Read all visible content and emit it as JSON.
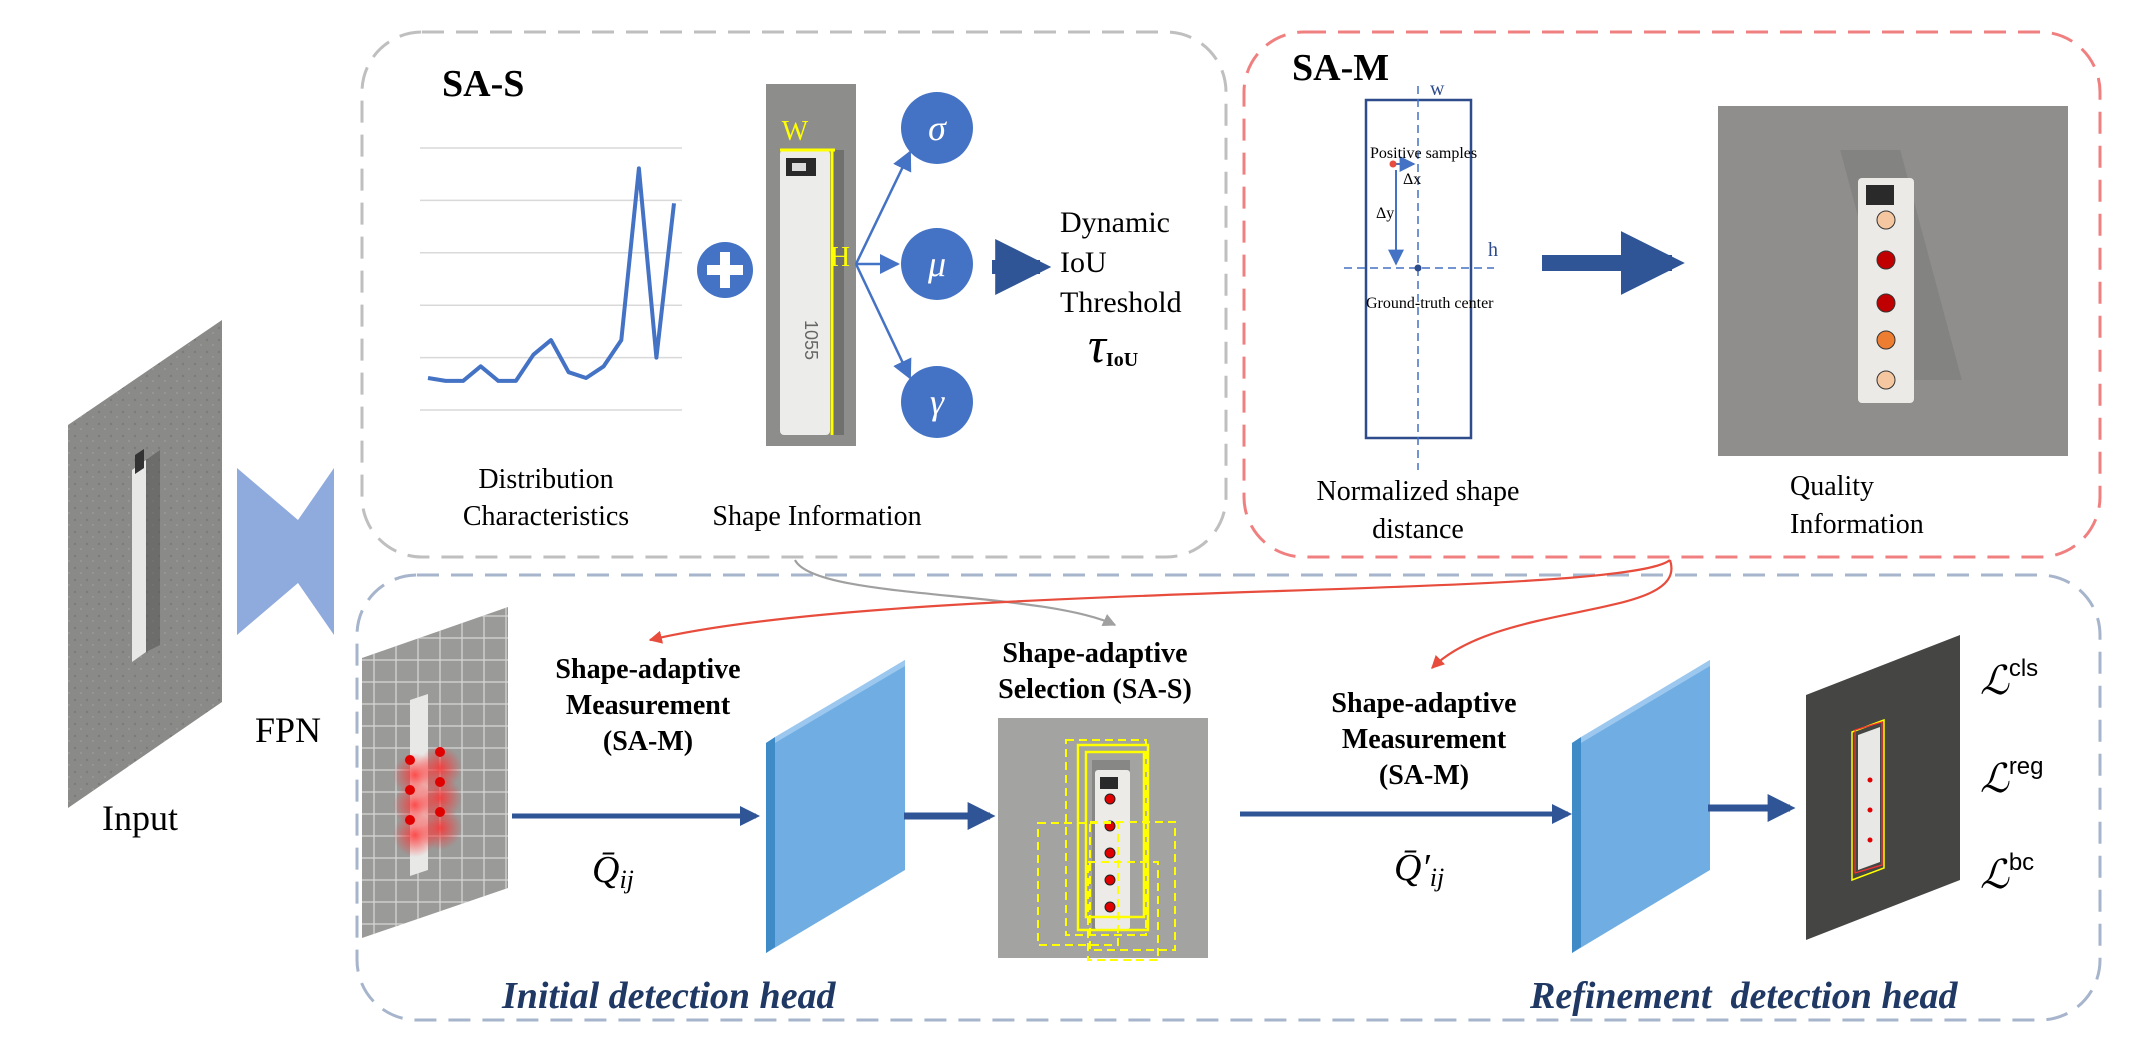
{
  "panels": {
    "sas": {
      "title": "SA-S",
      "caption_dist": [
        "Distribution",
        "Characteristics"
      ],
      "caption_shape": "Shape Information",
      "label_w": "W",
      "label_h": "H",
      "params": [
        "σ",
        "μ",
        "γ"
      ],
      "output": [
        "Dynamic",
        "IoU",
        "Threshold"
      ],
      "tau": "τ",
      "tau_sub": "IoU"
    },
    "sam": {
      "title": "SA-M",
      "label_w": "w",
      "label_h": "h",
      "positive": "Positive samples",
      "dx": "Δx",
      "dy": "Δy",
      "gt_center": "Ground-truth center",
      "caption_dist": [
        "Normalized shape",
        "distance"
      ],
      "caption_quality": [
        "Quality",
        "Information"
      ]
    },
    "bottom": {
      "sam_label_1": [
        "Shape-adaptive",
        "Measurement",
        "(SA-M)"
      ],
      "sas_label": [
        "Shape-adaptive",
        "Selection (SA-S)"
      ],
      "sam_label_2": [
        "Shape-adaptive",
        "Measurement",
        "(SA-M)"
      ],
      "q_main": "Q̄",
      "q_sub": "ij",
      "q_prime_main": "Q̄′",
      "q_prime_sub": "ij",
      "initial_head": "Initial detection head",
      "refine_head": "Refinement  detection head",
      "losses": [
        {
          "main": "ℒ",
          "sup": "cls"
        },
        {
          "main": "ℒ",
          "sup": "reg"
        },
        {
          "main": "ℒ",
          "sup": "bc"
        }
      ]
    }
  },
  "labels": {
    "input": "Input",
    "fpn": "FPN"
  },
  "chart_data": {
    "type": "line",
    "y": [
      0.11,
      0.1,
      0.1,
      0.15,
      0.1,
      0.1,
      0.19,
      0.24,
      0.13,
      0.11,
      0.15,
      0.24,
      0.83,
      0.18,
      0.71
    ],
    "ylim": [
      0,
      0.9
    ],
    "grid": true
  },
  "colors": {
    "navy": "#2E4B8B",
    "blue_arrow": "#2F5597",
    "circle_fill": "#4472C4",
    "feature_map": "#6FADE3",
    "fpn": "#8FAADC",
    "sas_border": "#BFBFBF",
    "sam_border": "#F08080",
    "bottom_border": "#A6B4CC",
    "red_arrow": "#E74C3C",
    "gray_arrow": "#A0A0A0",
    "yellow": "#FFFF00"
  }
}
